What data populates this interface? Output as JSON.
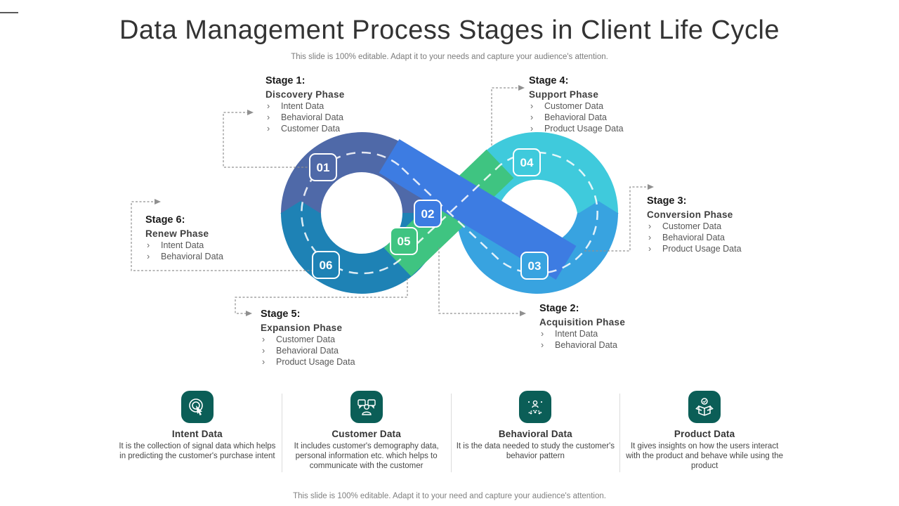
{
  "slide": {
    "title": "Data Management Process Stages in Client Life Cycle",
    "subtitle": "This slide is 100% editable. Adapt it to your needs and capture your audience's attention.",
    "footer": "This slide is 100% editable. Adapt it to your need and capture your audience's attention."
  },
  "bullet_marker": "›",
  "stages": [
    {
      "label": "Stage 1:",
      "phase": "Discovery Phase",
      "badge": "01",
      "items": [
        "Intent Data",
        "Behavioral Data",
        "Customer Data"
      ]
    },
    {
      "label": "Stage 2:",
      "phase": "Acquisition Phase",
      "badge": "02",
      "items": [
        "Intent Data",
        "Behavioral Data"
      ]
    },
    {
      "label": "Stage 3:",
      "phase": "Conversion Phase",
      "badge": "03",
      "items": [
        "Customer Data",
        "Behavioral Data",
        "Product Usage Data"
      ]
    },
    {
      "label": "Stage 4:",
      "phase": "Support Phase",
      "badge": "04",
      "items": [
        "Customer Data",
        "Behavioral Data",
        "Product Usage Data"
      ]
    },
    {
      "label": "Stage 5:",
      "phase": "Expansion Phase",
      "badge": "05",
      "items": [
        "Customer Data",
        "Behavioral Data",
        "Product Usage Data"
      ]
    },
    {
      "label": "Stage 6:",
      "phase": "Renew Phase",
      "badge": "06",
      "items": [
        "Intent Data",
        "Behavioral Data"
      ]
    }
  ],
  "cards": [
    {
      "title": "Intent Data",
      "icon": "click-target-icon",
      "desc": "It is the collection of signal data which helps in predicting the customer's purchase intent"
    },
    {
      "title": "Customer Data",
      "icon": "customer-chat-icon",
      "desc": "It includes customer's demography data, personal information etc. which helps to communicate with the customer"
    },
    {
      "title": "Behavioral Data",
      "icon": "behavior-audience-icon",
      "desc": "It is the data needed to study the customer's behavior pattern"
    },
    {
      "title": "Product Data",
      "icon": "product-box-icon",
      "desc": "It gives insights on how the users interact with the product and behave while using the product"
    }
  ],
  "colors": {
    "slate_blue": "#4f69a8",
    "teal_blue": "#1e82b5",
    "bright_blue": "#3d7ce2",
    "green": "#3fc481",
    "cyan": "#3fcadc",
    "sky_blue": "#38a3e0",
    "icon_teal": "#0b5e57",
    "connector_gray": "#909090"
  }
}
